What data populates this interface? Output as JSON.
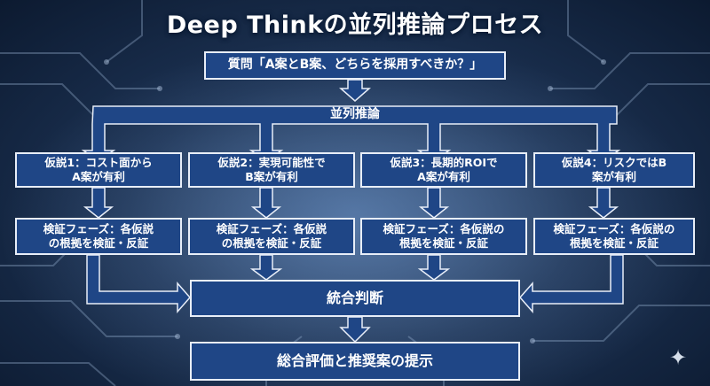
{
  "title": "Deep Thinkの並列推論プロセス",
  "question": "質問「A案とB案、どちらを採用すべきか？」",
  "parallel_label": "並列推論",
  "hypotheses": [
    {
      "text": "仮説1：コスト面から\nA案が有利"
    },
    {
      "text": "仮説2：実現可能性で\nB案が有利"
    },
    {
      "text": "仮説3：長期的ROIで\nA案が有利"
    },
    {
      "text": "仮説4：リスクではB\n案が有利"
    }
  ],
  "verifications": [
    {
      "text": "検証フェーズ：各仮説\nの根拠を検証・反証"
    },
    {
      "text": "検証フェーズ：各仮説\nの根拠を検証・反証"
    },
    {
      "text": "検証フェーズ：各仮説の\n根拠を検証・反証"
    },
    {
      "text": "検証フェーズ：各仮説の\n根拠を検証・反証"
    }
  ],
  "integration": "統合判断",
  "final": "総合評価と推奨案の提示",
  "colors": {
    "box_fill": "#1f4686",
    "box_border": "#e8eef8",
    "arrow_fill": "#1f4686"
  },
  "decoration_icon": "sparkle-icon"
}
